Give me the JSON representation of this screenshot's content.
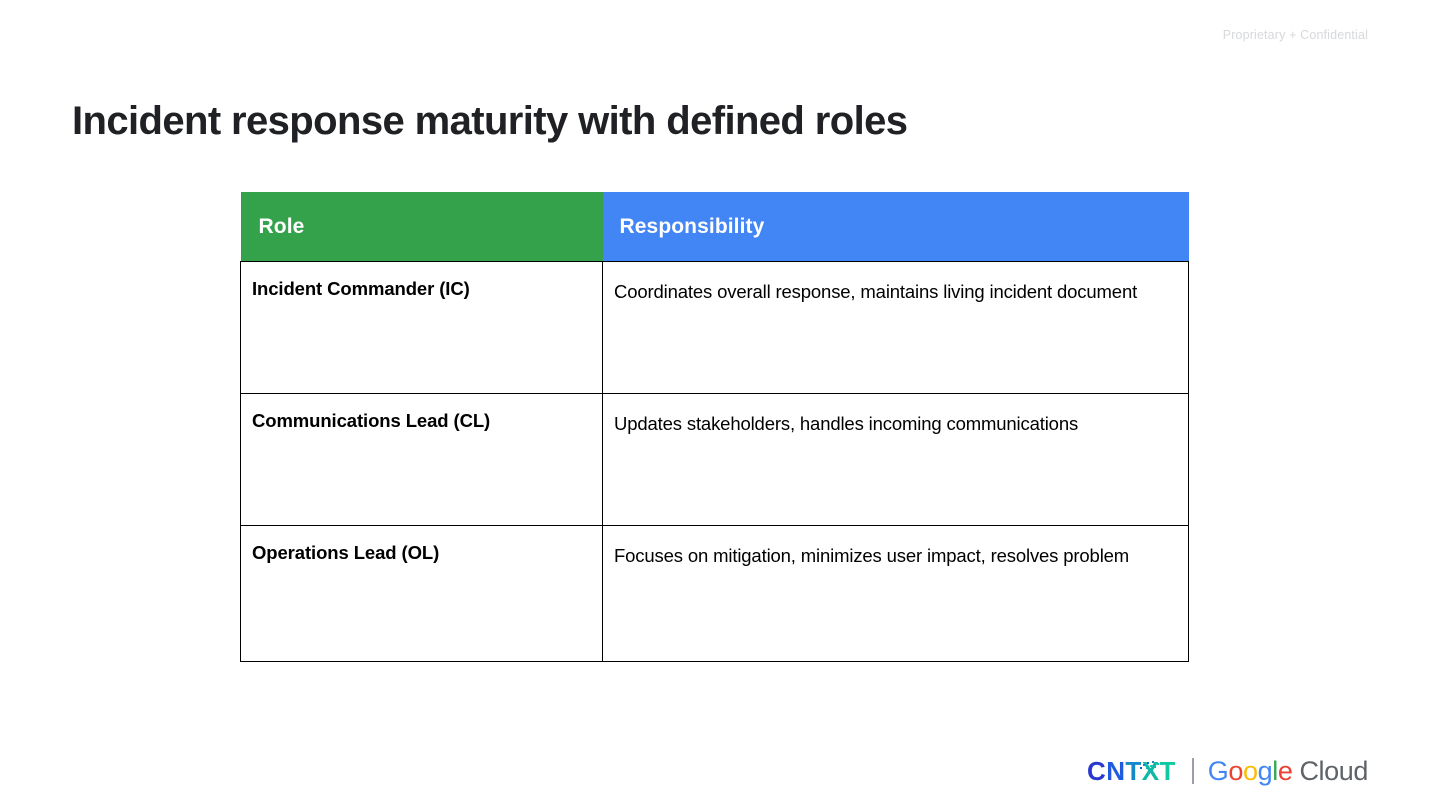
{
  "header": {
    "confidential_label": "Proprietary + Confidential"
  },
  "title": "Incident response maturity with defined roles",
  "table": {
    "columns": [
      {
        "label": "Role",
        "color": "#34A14B"
      },
      {
        "label": "Responsibility",
        "color": "#4285F4"
      }
    ],
    "rows": [
      {
        "role": "Incident Commander (IC)",
        "responsibility": "Coordinates overall response, maintains living incident document"
      },
      {
        "role": "Communications Lead (CL)",
        "responsibility": "Updates stakeholders, handles incoming communications"
      },
      {
        "role": "Operations Lead (OL)",
        "responsibility": "Focuses on mitigation, minimizes user impact, resolves problem"
      }
    ]
  },
  "footer": {
    "cntxt": {
      "letters": [
        "C",
        "N",
        "T",
        "X",
        "T"
      ]
    },
    "google_cloud": {
      "g1": "G",
      "o1": "o",
      "o2": "o",
      "g2": "g",
      "l": "l",
      "e": "e",
      "cloud": "Cloud"
    }
  }
}
